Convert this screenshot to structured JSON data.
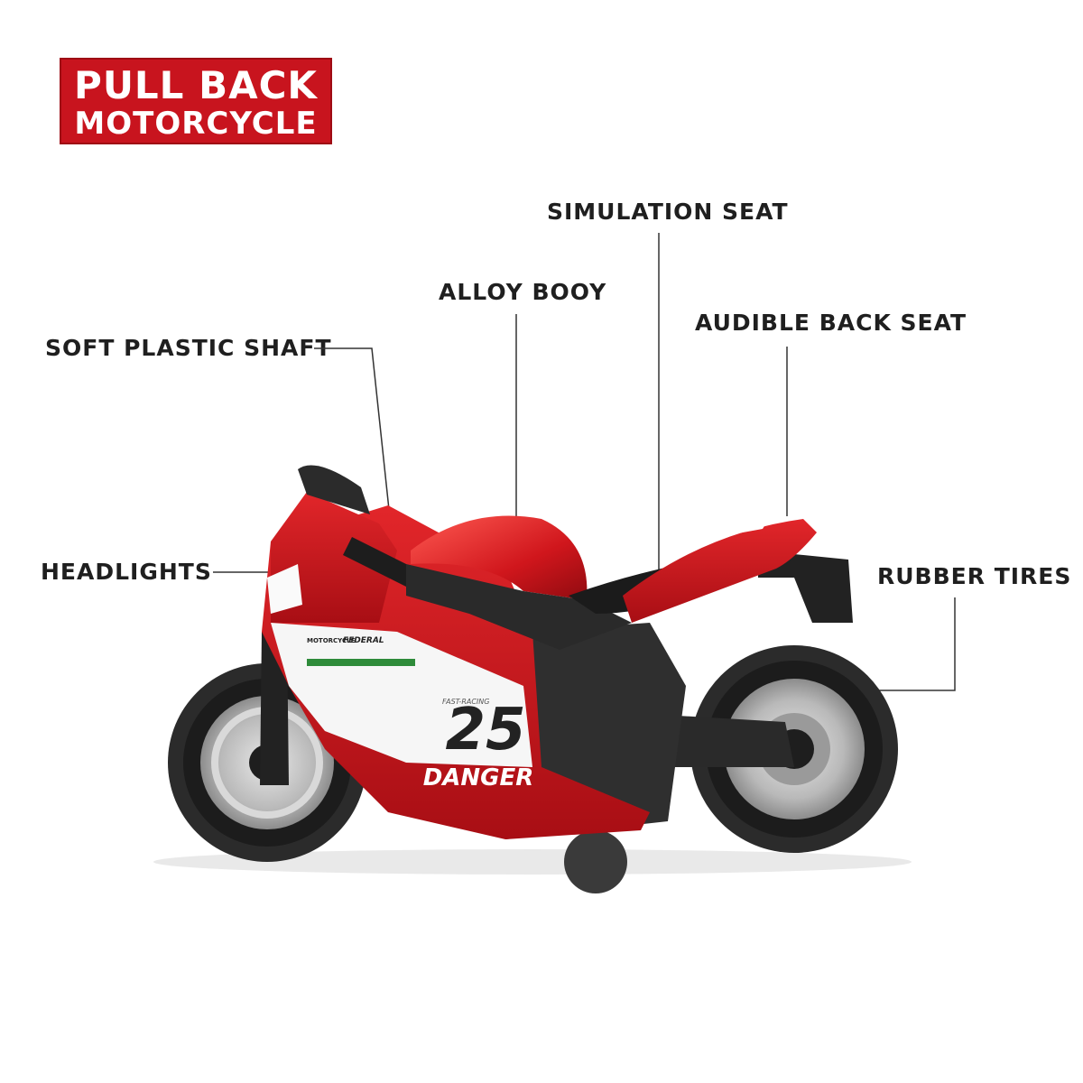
{
  "badge": {
    "line1": "PULL BACK",
    "line2": "MOTORCYCLE",
    "color": "#c8141e"
  },
  "callouts": {
    "simulation_seat": "SIMULATION SEAT",
    "alloy_body": "ALLOY BOOY",
    "audible_back_seat": "AUDIBLE BACK SEAT",
    "soft_plastic_shaft": "SOFT PLASTIC SHAFT",
    "headlights": "HEADLIGHTS",
    "rubber_tires": "RUBBER TIRES"
  },
  "bike": {
    "number": "25",
    "fairing_text": "DANGER",
    "small_text_1": "MOTORCYCLE",
    "small_text_2": "FEDERAL",
    "small_text_3": "FAST-RACING",
    "body_color": "#d0161c",
    "accent_color": "#ffffff"
  }
}
